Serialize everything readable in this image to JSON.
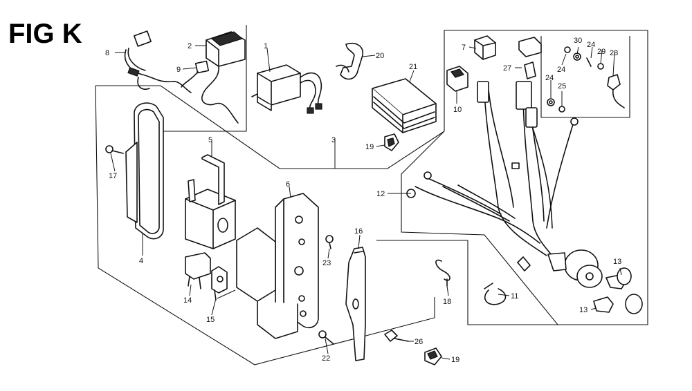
{
  "figure": {
    "title": "FIG K"
  },
  "callouts": [
    {
      "id": "c1",
      "text": "1"
    },
    {
      "id": "c2",
      "text": "2"
    },
    {
      "id": "c3",
      "text": "3"
    },
    {
      "id": "c4",
      "text": "4"
    },
    {
      "id": "c5",
      "text": "5"
    },
    {
      "id": "c6",
      "text": "6"
    },
    {
      "id": "c7",
      "text": "7"
    },
    {
      "id": "c8",
      "text": "8"
    },
    {
      "id": "c9",
      "text": "9"
    },
    {
      "id": "c10",
      "text": "10"
    },
    {
      "id": "c11",
      "text": "11"
    },
    {
      "id": "c12",
      "text": "12"
    },
    {
      "id": "c13a",
      "text": "13"
    },
    {
      "id": "c13b",
      "text": "13"
    },
    {
      "id": "c14",
      "text": "14"
    },
    {
      "id": "c15",
      "text": "15"
    },
    {
      "id": "c16",
      "text": "16"
    },
    {
      "id": "c17",
      "text": "17"
    },
    {
      "id": "c18",
      "text": "18"
    },
    {
      "id": "c19a",
      "text": "19"
    },
    {
      "id": "c19b",
      "text": "19"
    },
    {
      "id": "c20",
      "text": "20"
    },
    {
      "id": "c21",
      "text": "21"
    },
    {
      "id": "c22",
      "text": "22"
    },
    {
      "id": "c23",
      "text": "23"
    },
    {
      "id": "c24a",
      "text": "24"
    },
    {
      "id": "c24b",
      "text": "24"
    },
    {
      "id": "c24c",
      "text": "24"
    },
    {
      "id": "c25",
      "text": "25"
    },
    {
      "id": "c26",
      "text": "26"
    },
    {
      "id": "c27",
      "text": "27"
    },
    {
      "id": "c28",
      "text": "28"
    },
    {
      "id": "c29",
      "text": "29"
    },
    {
      "id": "c30",
      "text": "30"
    }
  ]
}
